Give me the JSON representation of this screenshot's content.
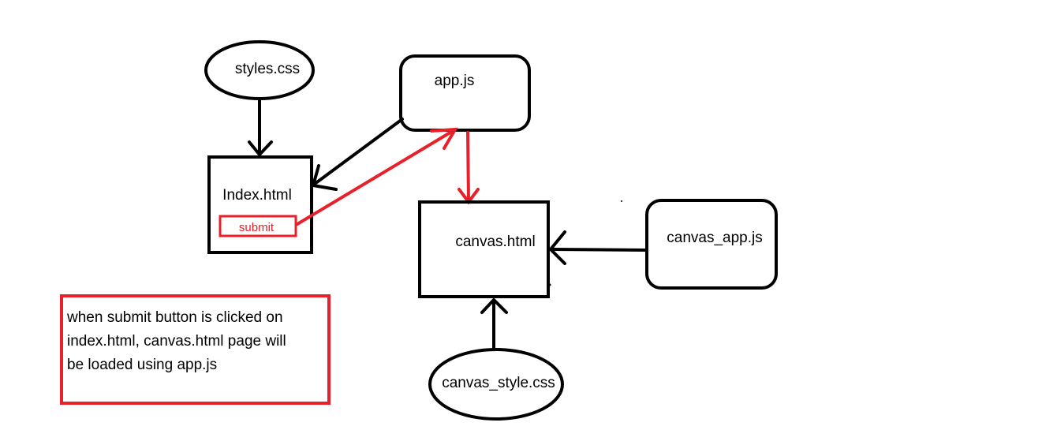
{
  "nodes": {
    "styles_css": {
      "label": "styles.css"
    },
    "app_js": {
      "label": "app.js"
    },
    "index_html": {
      "label": "Index.html"
    },
    "submit": {
      "label": "submit"
    },
    "canvas_html": {
      "label": "canvas.html"
    },
    "canvas_app_js": {
      "label": "canvas_app.js"
    },
    "canvas_style_css": {
      "label": "canvas_style.css"
    }
  },
  "note": {
    "line1": "when submit button is clicked on",
    "line2": "index.html, canvas.html page will",
    "line3": "be loaded using app.js"
  },
  "colors": {
    "ink": "#000000",
    "accent": "#e8202a",
    "background": "#ffffff"
  }
}
